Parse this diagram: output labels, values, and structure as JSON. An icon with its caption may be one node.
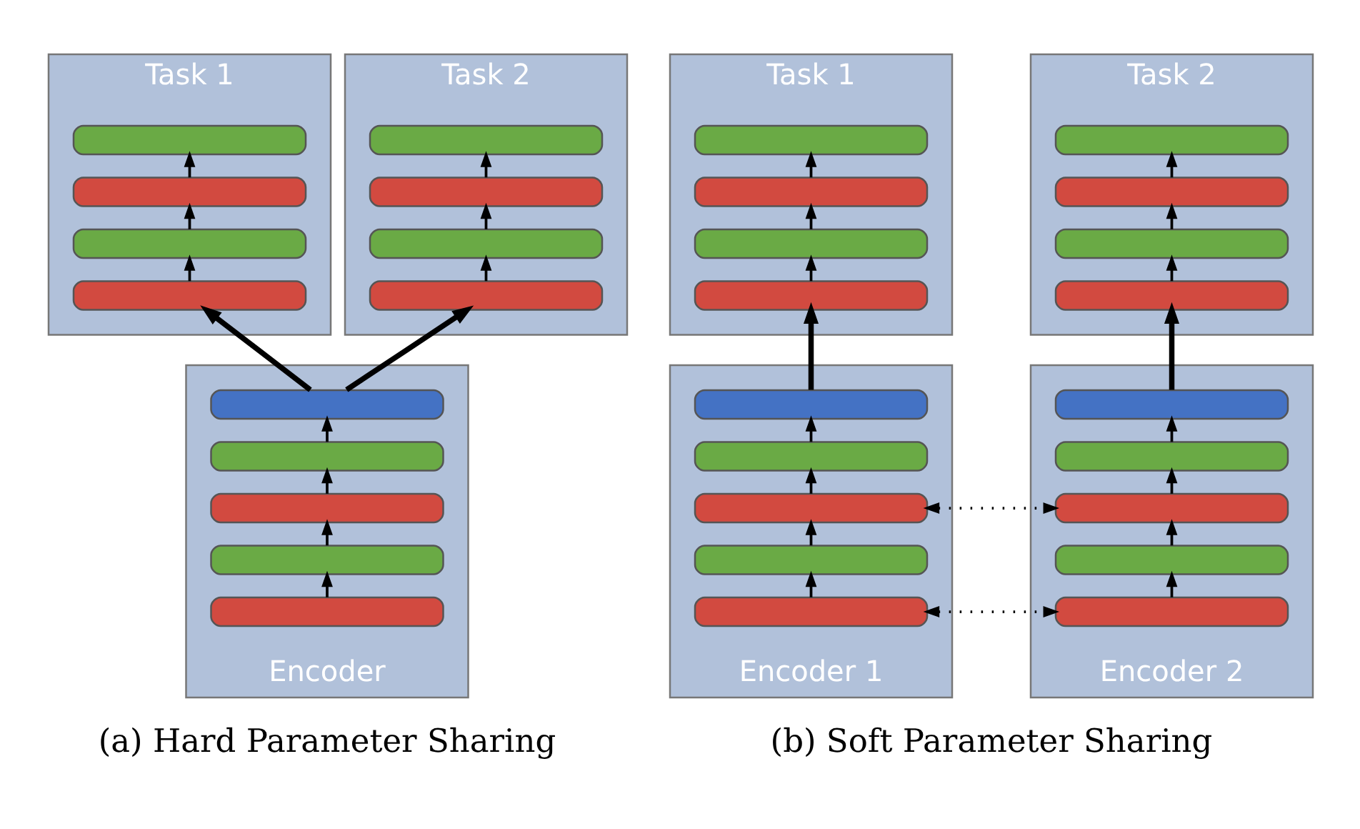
{
  "diagram": {
    "nodes": [
      {
        "text": [
          "Task 1"
        ]
      },
      {
        "text": [],
        "shape": "bar",
        "in": 0
      },
      {
        "text": [],
        "shape": "bar",
        "in": 0
      },
      {
        "text": [],
        "shape": "bar",
        "in": 0
      },
      {
        "text": [],
        "shape": "bar",
        "in": 0
      },
      {
        "text": [
          "Task 2"
        ]
      },
      {
        "text": [],
        "shape": "bar",
        "in": 5
      },
      {
        "text": [],
        "shape": "bar",
        "in": 5
      },
      {
        "text": [],
        "shape": "bar",
        "in": 5
      },
      {
        "text": [],
        "shape": "bar",
        "in": 5
      },
      {
        "text": [
          "Encoder"
        ]
      },
      {
        "text": [],
        "shape": "bar",
        "in": 10
      },
      {
        "text": [],
        "shape": "bar",
        "in": 10
      },
      {
        "text": [],
        "shape": "bar",
        "in": 10
      },
      {
        "text": [],
        "shape": "bar",
        "in": 10
      },
      {
        "text": [],
        "shape": "bar",
        "in": 10
      },
      {
        "text": [
          "Task 1"
        ]
      },
      {
        "text": [],
        "shape": "bar",
        "in": 16
      },
      {
        "text": [],
        "shape": "bar",
        "in": 16
      },
      {
        "text": [],
        "shape": "bar",
        "in": 16
      },
      {
        "text": [],
        "shape": "bar",
        "in": 16
      },
      {
        "text": [
          "Task 2"
        ]
      },
      {
        "text": [],
        "shape": "bar",
        "in": 21
      },
      {
        "text": [],
        "shape": "bar",
        "in": 21
      },
      {
        "text": [],
        "shape": "bar",
        "in": 21
      },
      {
        "text": [],
        "shape": "bar",
        "in": 21
      },
      {
        "text": [
          "Encoder 1"
        ]
      },
      {
        "text": [],
        "shape": "bar",
        "in": 26
      },
      {
        "text": [],
        "shape": "bar",
        "in": 26
      },
      {
        "text": [],
        "shape": "bar",
        "in": 26
      },
      {
        "text": [],
        "shape": "bar",
        "in": 26
      },
      {
        "text": [],
        "shape": "bar",
        "in": 26
      },
      {
        "text": [
          "Encoder 2"
        ]
      },
      {
        "text": [],
        "shape": "bar",
        "in": 32
      },
      {
        "text": [],
        "shape": "bar",
        "in": 32
      },
      {
        "text": [],
        "shape": "bar",
        "in": 32
      },
      {
        "text": [],
        "shape": "bar",
        "in": 32
      },
      {
        "text": [],
        "shape": "bar",
        "in": 32
      }
    ],
    "edges": [
      {
        "from": 15,
        "to": 14,
        "arrow": "to"
      },
      {
        "from": 14,
        "to": 13,
        "arrow": "to"
      },
      {
        "from": 13,
        "to": 12,
        "arrow": "to"
      },
      {
        "from": 12,
        "to": 11,
        "arrow": "to"
      },
      {
        "from": 11,
        "to": 4,
        "arrow": "to",
        "style": "thick"
      },
      {
        "from": 11,
        "to": 9,
        "arrow": "to",
        "style": "thick"
      },
      {
        "from": 4,
        "to": 3,
        "arrow": "to"
      },
      {
        "from": 3,
        "to": 2,
        "arrow": "to"
      },
      {
        "from": 2,
        "to": 1,
        "arrow": "to"
      },
      {
        "from": 9,
        "to": 8,
        "arrow": "to"
      },
      {
        "from": 8,
        "to": 7,
        "arrow": "to"
      },
      {
        "from": 7,
        "to": 6,
        "arrow": "to"
      },
      {
        "from": 31,
        "to": 30,
        "arrow": "to"
      },
      {
        "from": 30,
        "to": 29,
        "arrow": "to"
      },
      {
        "from": 29,
        "to": 28,
        "arrow": "to"
      },
      {
        "from": 28,
        "to": 27,
        "arrow": "to"
      },
      {
        "from": 27,
        "to": 20,
        "arrow": "to",
        "style": "thick"
      },
      {
        "from": 20,
        "to": 19,
        "arrow": "to"
      },
      {
        "from": 19,
        "to": 18,
        "arrow": "to"
      },
      {
        "from": 18,
        "to": 17,
        "arrow": "to"
      },
      {
        "from": 37,
        "to": 36,
        "arrow": "to"
      },
      {
        "from": 36,
        "to": 35,
        "arrow": "to"
      },
      {
        "from": 35,
        "to": 34,
        "arrow": "to"
      },
      {
        "from": 34,
        "to": 33,
        "arrow": "to"
      },
      {
        "from": 33,
        "to": 25,
        "arrow": "to",
        "style": "thick"
      },
      {
        "from": 25,
        "to": 24,
        "arrow": "to"
      },
      {
        "from": 24,
        "to": 23,
        "arrow": "to"
      },
      {
        "from": 23,
        "to": 22,
        "arrow": "to"
      },
      {
        "from": 29,
        "to": 35,
        "arrow": "both",
        "style": "dashed"
      },
      {
        "from": 31,
        "to": 37,
        "arrow": "both",
        "style": "dashed"
      }
    ],
    "labels": [
      "(a) Hard Parameter Sharing",
      "(b) Soft Parameter Sharing"
    ]
  }
}
